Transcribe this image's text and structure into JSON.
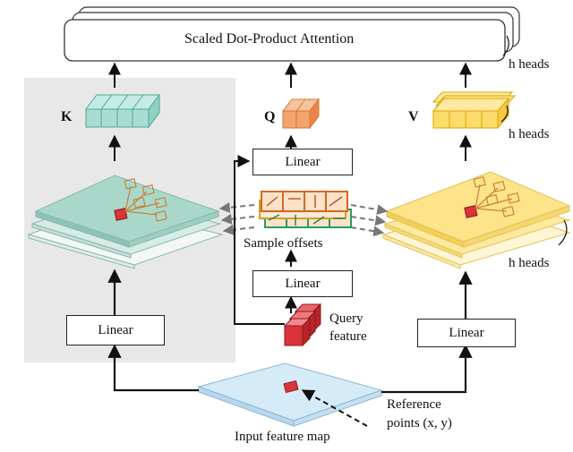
{
  "attention": {
    "title": "Scaled Dot-Product Attention",
    "heads_note": "h heads"
  },
  "projections": {
    "k_label": "K",
    "q_label": "Q",
    "v_label": "V",
    "v_heads_note": "h heads",
    "linear_q": "Linear",
    "linear_offsets": "Linear",
    "linear_k": "Linear",
    "linear_v": "Linear"
  },
  "sampling": {
    "offsets_label": "Sample offsets",
    "v_heads_note": "h heads"
  },
  "inputs": {
    "query_feature_line1": "Query",
    "query_feature_line2": "feature",
    "feature_map_label": "Input feature map",
    "reference_line1": "Reference",
    "reference_line2": "points (x, y)"
  },
  "colors": {
    "key": "#a9ddd2",
    "query": "#f2a36e",
    "value": "#fbdc6a",
    "query_feature": "#d9343b",
    "offset_green": "#2e9a62",
    "offset_orange": "#d2691e",
    "feature_map": "#cfe6f5",
    "panel": "#e8e8e8"
  }
}
